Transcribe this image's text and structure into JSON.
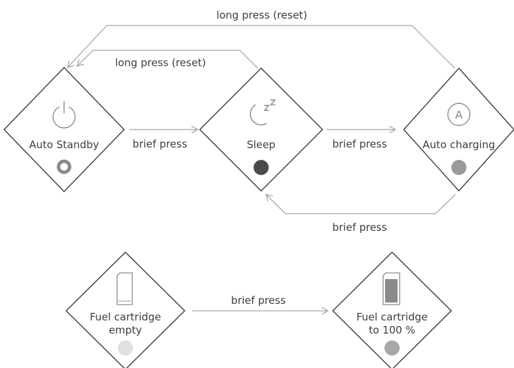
{
  "diagram": {
    "nodes": {
      "auto_standby": {
        "label": "Auto Standby",
        "icon": "power-icon",
        "indicator": {
          "type": "ring",
          "color": "#8a8a8a"
        }
      },
      "sleep": {
        "label": "Sleep",
        "icon": "moon-zz-icon",
        "indicator": {
          "type": "dot",
          "color": "#4a4a4a"
        }
      },
      "auto_charging": {
        "label": "Auto charging",
        "icon": "letter-a-circle-icon",
        "icon_text": "A",
        "indicator": {
          "type": "dot",
          "color": "#9a9a9a"
        }
      },
      "fuel_empty": {
        "label_line1": "Fuel cartridge",
        "label_line2": "empty",
        "icon": "empty-cartridge-icon",
        "indicator": {
          "type": "dot",
          "color": "#e0e0e0"
        }
      },
      "fuel_full": {
        "label_line1": "Fuel cartridge",
        "label_line2": "to 100 %",
        "icon": "full-cartridge-icon",
        "indicator": {
          "type": "dot",
          "color": "#a8a8a8"
        }
      }
    },
    "edges": {
      "standby_to_sleep": "brief press",
      "sleep_to_charging": "brief press",
      "charging_to_sleep": "brief press",
      "charging_to_standby": "long press (reset)",
      "sleep_to_standby": "long press (reset)",
      "empty_to_full": "brief press"
    },
    "colors": {
      "outline": "#3a3a3a",
      "connector": "#a8a8a8",
      "text": "#3d3d3d"
    }
  }
}
